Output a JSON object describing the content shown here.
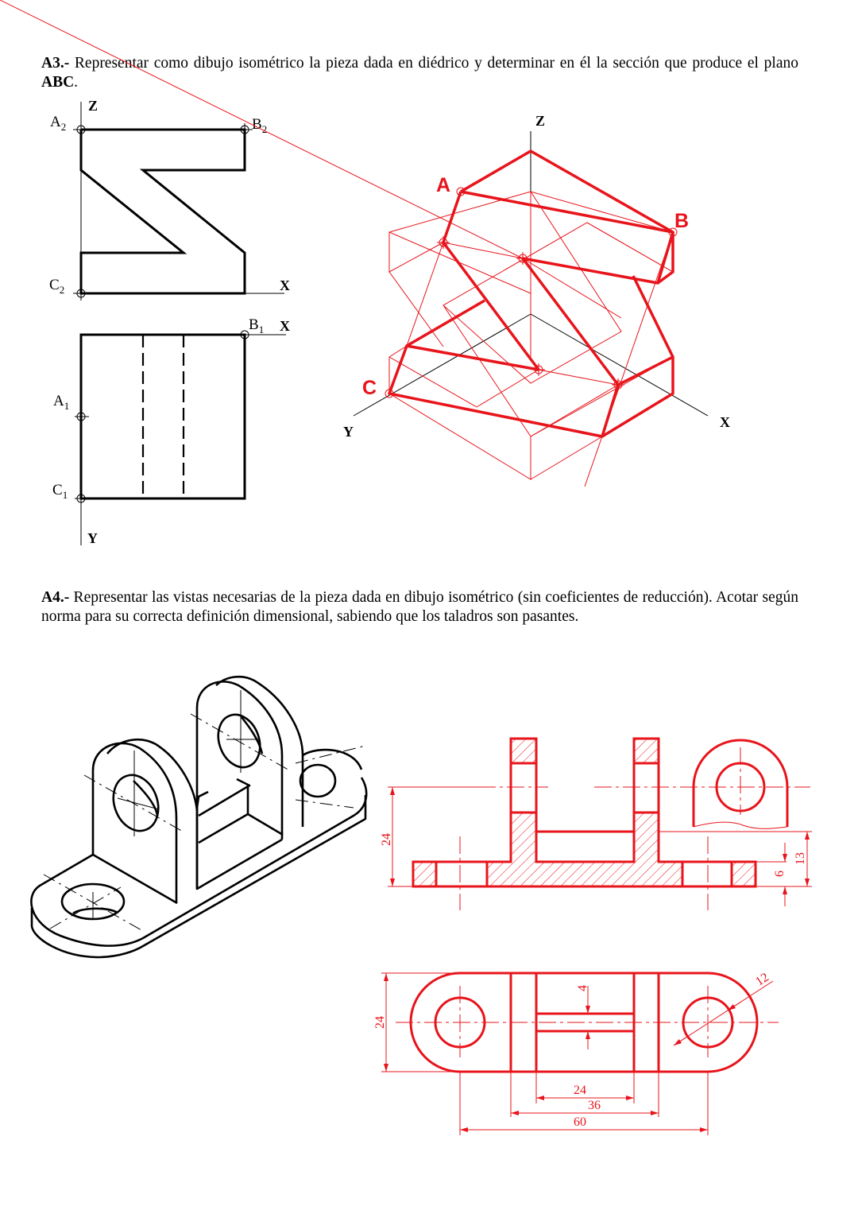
{
  "colors": {
    "ink": "#000000",
    "red": "#e8141b",
    "background": "#ffffff"
  },
  "exercise_a3": {
    "number": "A3.-",
    "statement_pre": " Representar como dibujo isométrico la pieza dada en diédrico y determinar en él la sección que produce el plano ",
    "statement_bold": "ABC",
    "statement_post": ".",
    "elevation_view": {
      "axis_z": "Z",
      "axis_x": "X",
      "points": {
        "a": "A",
        "a_sub": "2",
        "b": "B",
        "b_sub": "2",
        "c": "C",
        "c_sub": "2"
      }
    },
    "plan_view": {
      "axis_x": "X",
      "axis_y": "Y",
      "points": {
        "a": "A",
        "a_sub": "1",
        "b": "B",
        "b_sub": "1",
        "c": "C",
        "c_sub": "1"
      }
    },
    "isometric_solution": {
      "axis_z": "Z",
      "axis_x": "X",
      "axis_y": "Y",
      "points": {
        "a": "A",
        "b": "B",
        "c": "C"
      }
    }
  },
  "exercise_a4": {
    "number": "A4.-",
    "statement": " Representar las vistas necesarias de la pieza dada en dibujo isométrico (sin coeficientes de reducción). Acotar según norma para su correcta definición dimensional, sabiendo que los taladros son pasantes.",
    "section_view": {
      "dims": {
        "height_total": "24",
        "base_height": "6",
        "center_height": "13"
      }
    },
    "plan_view": {
      "dims": {
        "width": "24",
        "slot_width": "4",
        "hole_diameter": "12",
        "inner_length": "24",
        "ears_length": "36",
        "centers_distance": "60"
      }
    }
  }
}
